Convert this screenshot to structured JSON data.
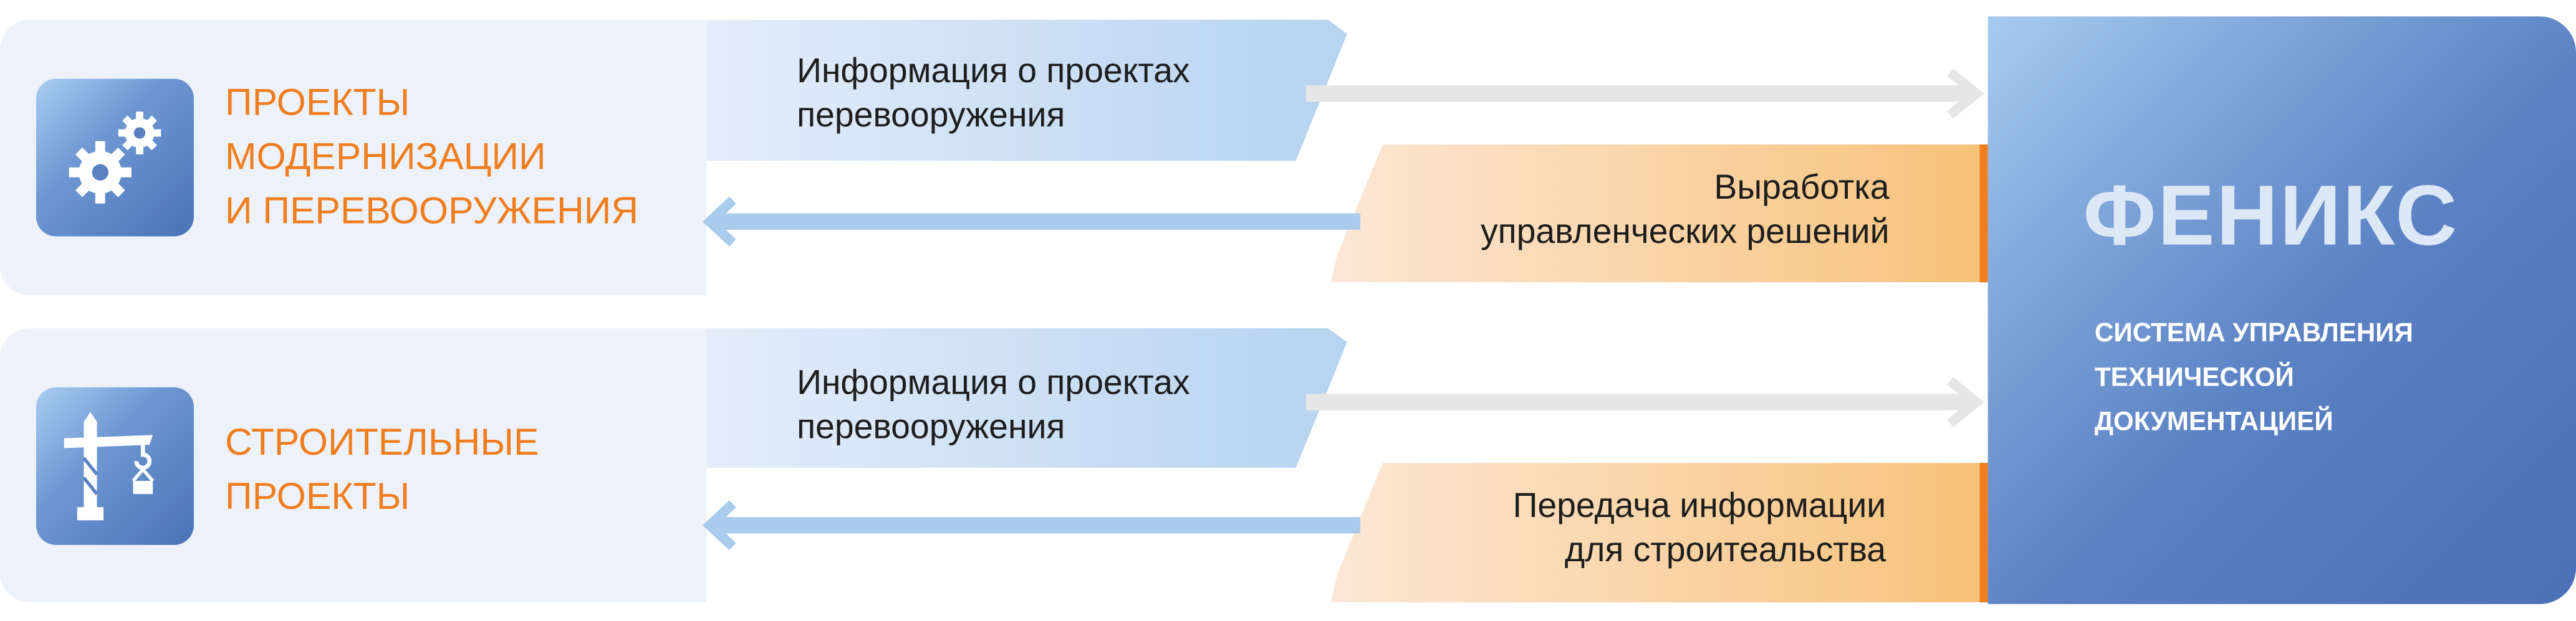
{
  "rows": [
    {
      "title_lines": [
        "ПРОЕКТЫ",
        "МОДЕРНИЗАЦИИ",
        "И ПЕРЕВООРУЖЕНИЯ"
      ],
      "icon": "gears-icon",
      "input_lines": [
        "Информация о проектах",
        "перевооружения"
      ],
      "output_lines": [
        "Выработка",
        "управленческих решений"
      ]
    },
    {
      "title_lines": [
        "СТРОИТЕЛЬНЫЕ",
        "ПРОЕКТЫ"
      ],
      "icon": "crane-icon",
      "input_lines": [
        "Информация о проектах",
        "перевооружения"
      ],
      "output_lines": [
        "Передача информации",
        "для строитеальства"
      ]
    }
  ],
  "system": {
    "name": "ФЕНИКС",
    "subtitle_lines": [
      "СИСТЕМА УПРАВЛЕНИЯ",
      "ТЕХНИЧЕСКОЙ",
      "ДОКУМЕНТАЦИЕЙ"
    ]
  },
  "colors": {
    "accent": "#f07d1e",
    "blue": "#4a72b8",
    "arrow_in": "#e6e6e6",
    "arrow_out": "#a9cbec"
  }
}
